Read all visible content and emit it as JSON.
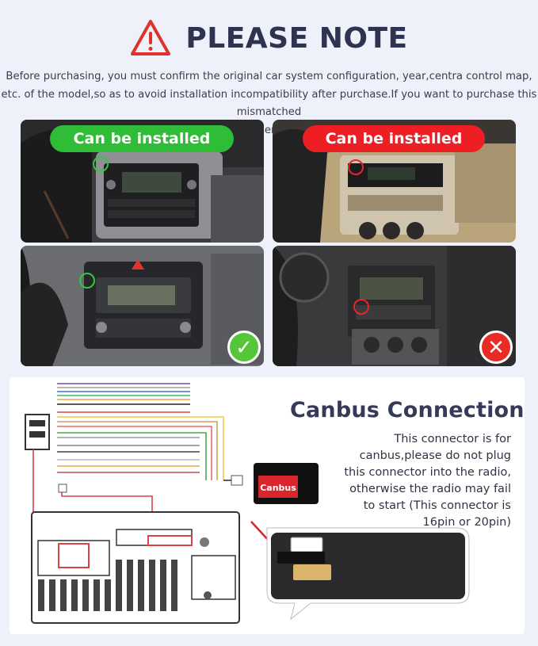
{
  "header": {
    "title": "PLEASE NOTE",
    "intro_lines": [
      "Before purchasing, you must confirm the original car system configuration, year,centra control map,",
      "etc. of the model,so as to avoid installation incompatibility after purchase.If you want to purchase this mismatched",
      "product, you can contact our customer service staff for consultation and purchase."
    ]
  },
  "badges": {
    "installable": "Can be installed",
    "not_installable": "Can be installed"
  },
  "colors": {
    "green": "#2fbd37",
    "red": "#ee1e25",
    "title": "#2e3350"
  },
  "canbus": {
    "title": "Canbus Connection",
    "lines": [
      "This connector is for",
      "canbus,please do not plug",
      "this connector into the radio,",
      "otherwise the radio may fail",
      "to start (This connector is",
      "16pin or 20pin)"
    ],
    "box_label": "Canbus"
  }
}
